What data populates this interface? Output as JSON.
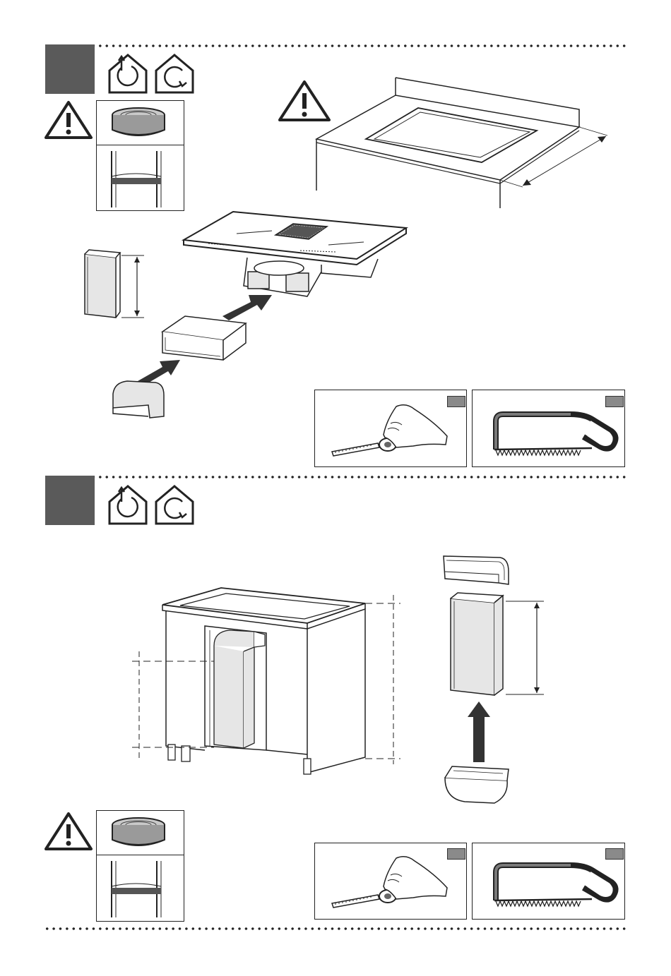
{
  "document": {
    "type": "installation-manual-page",
    "text_content": []
  },
  "colors": {
    "step_marker": "#5a5a5a",
    "line": "#222222",
    "duct_fill": "#e6e6e6",
    "tool_grey": "#7a7a7a"
  },
  "icons": {
    "section_1": [
      "step-marker",
      "house-recirculation-icon",
      "house-rotation-icon",
      "warning-icon",
      "sealing-tape-icon",
      "taped-duct-icon",
      "warning-icon"
    ],
    "section_2": [
      "step-marker",
      "house-recirculation-icon",
      "house-rotation-icon",
      "warning-icon",
      "sealing-tape-icon",
      "taped-duct-icon"
    ],
    "tools": [
      "measuring-tape-icon",
      "hacksaw-icon"
    ]
  }
}
